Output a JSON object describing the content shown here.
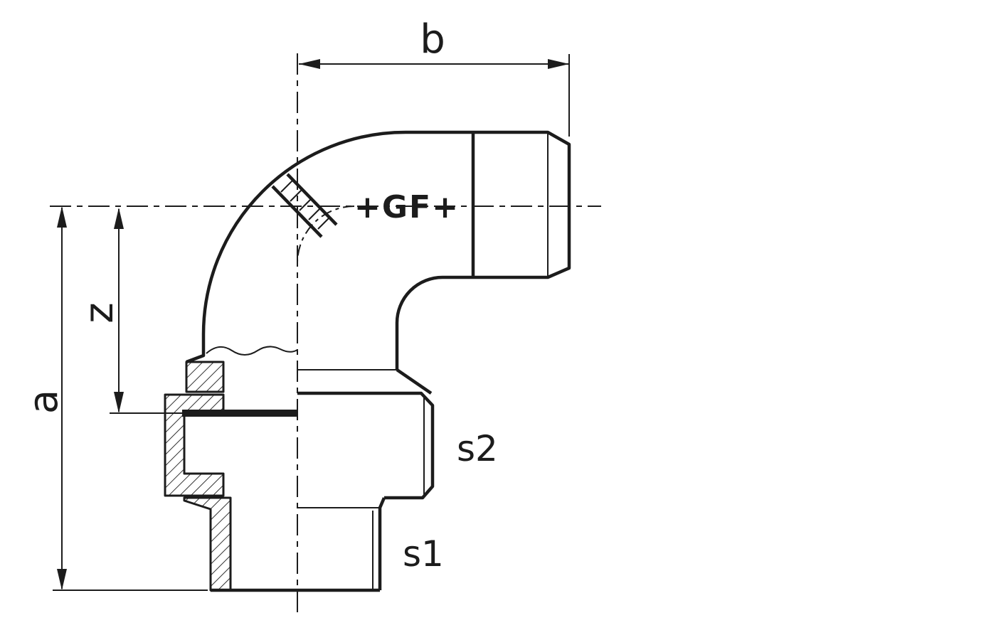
{
  "drawing": {
    "colors": {
      "line": "#1c1c1c",
      "background": "#ffffff"
    },
    "logo": "+GF+",
    "dimensions": {
      "a": "a",
      "b": "b",
      "z": "z"
    },
    "part_labels": {
      "s1": "s1",
      "s2": "s2"
    }
  }
}
